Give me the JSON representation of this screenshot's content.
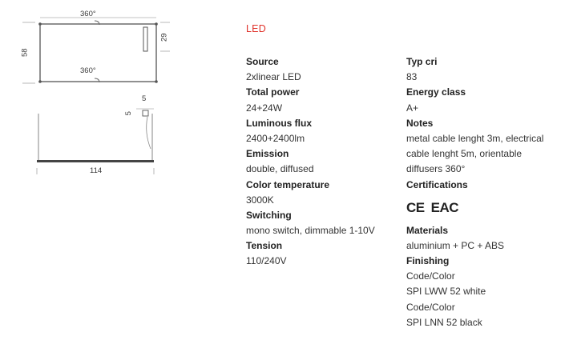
{
  "drawing": {
    "top_rotation": "360°",
    "bottom_rotation": "360°",
    "height_left": "58",
    "height_right": "29",
    "width": "114",
    "top_detail": "5",
    "side_detail": "5"
  },
  "section": {
    "title": "LED",
    "accent": "#e0332b"
  },
  "specs_left": [
    {
      "label": "Source",
      "value": "2xlinear LED"
    },
    {
      "label": "Total power",
      "value": "24+24W"
    },
    {
      "label": "Luminous flux",
      "value": "2400+2400lm"
    },
    {
      "label": "Emission",
      "value": "double, diffused"
    },
    {
      "label": "Color temperature",
      "value": "3000K"
    },
    {
      "label": "Switching",
      "value": "mono switch, dimmable 1-10V"
    },
    {
      "label": "Tension",
      "value": "110/240V"
    }
  ],
  "specs_right": {
    "typ_cri": {
      "label": "Typ cri",
      "value": "83"
    },
    "energy_class": {
      "label": "Energy class",
      "value": "A+"
    },
    "notes": {
      "label": "Notes",
      "value": "metal cable lenght 3m, electrical cable lenght 5m, orientable diffusers 360°"
    },
    "certifications": {
      "label": "Certifications",
      "marks": [
        "CE",
        "EAC"
      ]
    },
    "materials": {
      "label": "Materials",
      "value": "aluminium + PC + ABS"
    },
    "finishing": {
      "label": "Finishing",
      "items": [
        "Code/Color",
        "SPI LWW 52 white",
        "Code/Color",
        "SPI LNN 52 black"
      ]
    }
  }
}
